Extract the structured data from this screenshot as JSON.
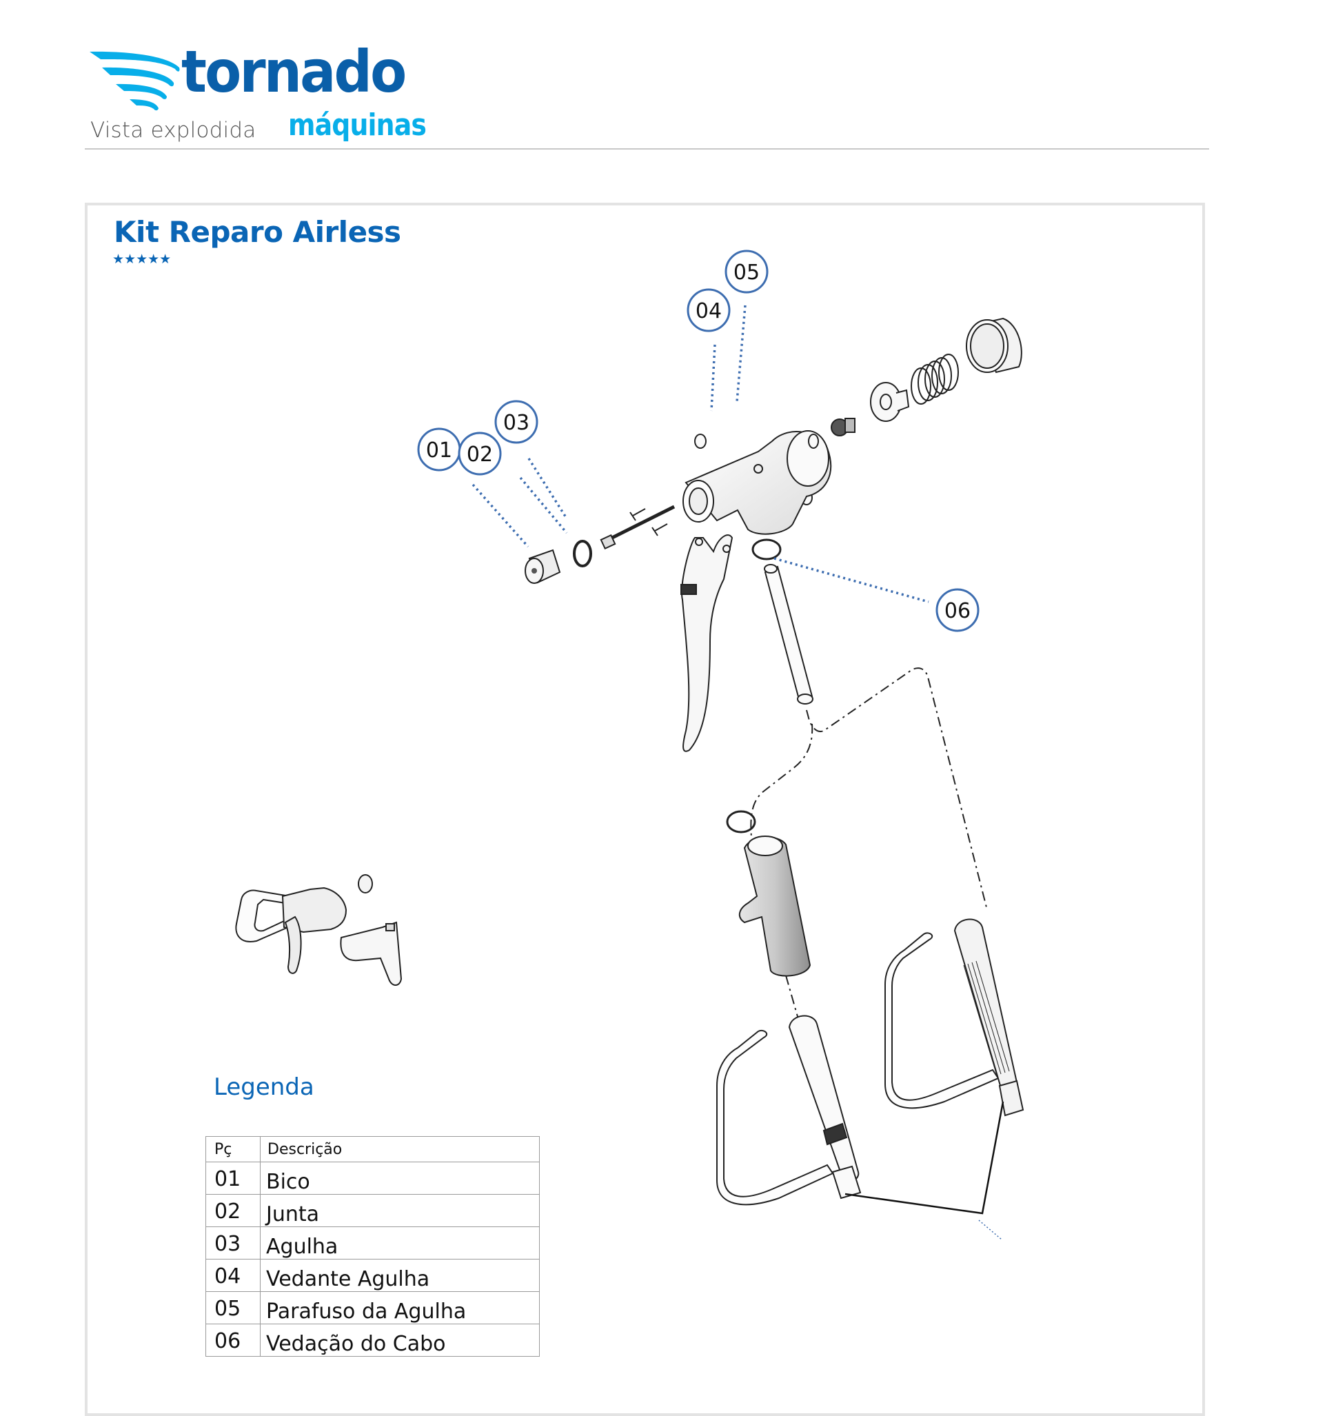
{
  "header": {
    "brand_name": "tornado",
    "brand_tagline": "máquinas",
    "subtitle": "Vista explodida",
    "logo_icon": "tornado-swirl-icon",
    "brand_colors": {
      "primary": "#0a5fa9",
      "secondary": "#08aee9"
    }
  },
  "panel": {
    "title": "Kit Reparo Airless",
    "rating_stars": "★★★★★",
    "accent_color": "#0a65b5"
  },
  "diagram": {
    "callouts": [
      {
        "id": "01",
        "part": "Bico"
      },
      {
        "id": "02",
        "part": "Junta"
      },
      {
        "id": "03",
        "part": "Agulha"
      },
      {
        "id": "04",
        "part": "Vedante Agulha"
      },
      {
        "id": "05",
        "part": "Parafuso da Agulha"
      },
      {
        "id": "06",
        "part": "Vedação do Cabo"
      }
    ],
    "callout_border_color": "#3d6db0",
    "leader_color": "#3d6db0"
  },
  "legend": {
    "title": "Legenda",
    "columns": [
      "Pç",
      "Descrição"
    ],
    "rows": [
      {
        "pc": "01",
        "desc": "Bico"
      },
      {
        "pc": "02",
        "desc": "Junta"
      },
      {
        "pc": "03",
        "desc": "Agulha"
      },
      {
        "pc": "04",
        "desc": "Vedante Agulha"
      },
      {
        "pc": "05",
        "desc": "Parafuso da Agulha"
      },
      {
        "pc": "06",
        "desc": "Vedação do Cabo"
      }
    ]
  }
}
